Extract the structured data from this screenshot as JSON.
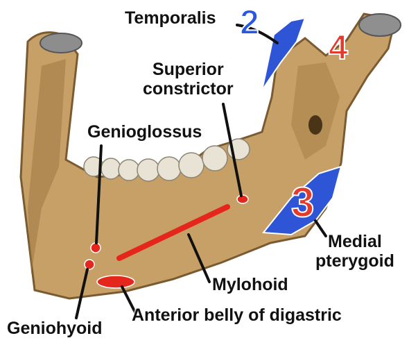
{
  "labels": {
    "temporalis": "Temporalis",
    "superior_line1": "Superior",
    "superior_line2": "constrictor",
    "genioglossus": "Genioglossus",
    "medial_line1": "Medial",
    "medial_line2": "pterygoid",
    "mylohoid": "Mylohoid",
    "digastric": "Anterior belly of digastric",
    "geniohyoid": "Geniohyoid"
  },
  "numbers": {
    "temporalis": "2",
    "medial_pterygoid": "3",
    "lateral_pterygoid": "4"
  },
  "colors": {
    "bone": "#c8a36a",
    "bone_shadow": "#8a6a3e",
    "teeth": "#e8e3d4",
    "blue_attachment": "#2d55d6",
    "red_attachment": "#e4261c",
    "label_text": "#111111"
  }
}
